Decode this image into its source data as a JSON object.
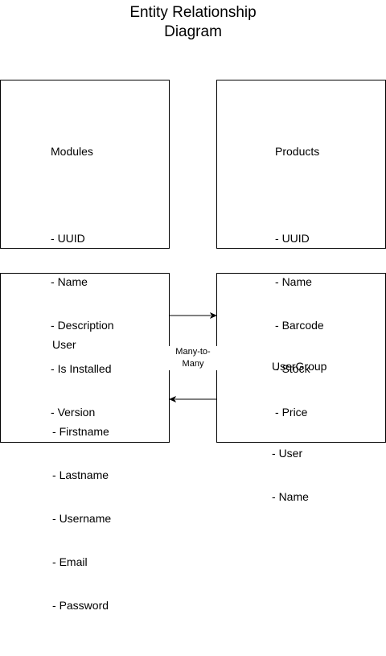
{
  "diagram": {
    "title_lines": [
      "Entity Relationship",
      "Diagram"
    ],
    "entities": {
      "modules": {
        "name": "Modules",
        "attributes": [
          "UUID",
          "Name",
          "Description",
          "Is Installed",
          "Version"
        ]
      },
      "products": {
        "name": "Products",
        "attributes": [
          "UUID",
          "Name",
          "Barcode",
          "Stock",
          "Price"
        ]
      },
      "user": {
        "name": "User",
        "attributes": [
          "Firstname",
          "Lastname",
          "Username",
          "Email",
          "Password"
        ]
      },
      "usergroup": {
        "name": "UserGroup",
        "attributes": [
          "User",
          "Name"
        ]
      }
    },
    "relationship": {
      "label_lines": [
        "Many-to-",
        "Many"
      ]
    }
  }
}
